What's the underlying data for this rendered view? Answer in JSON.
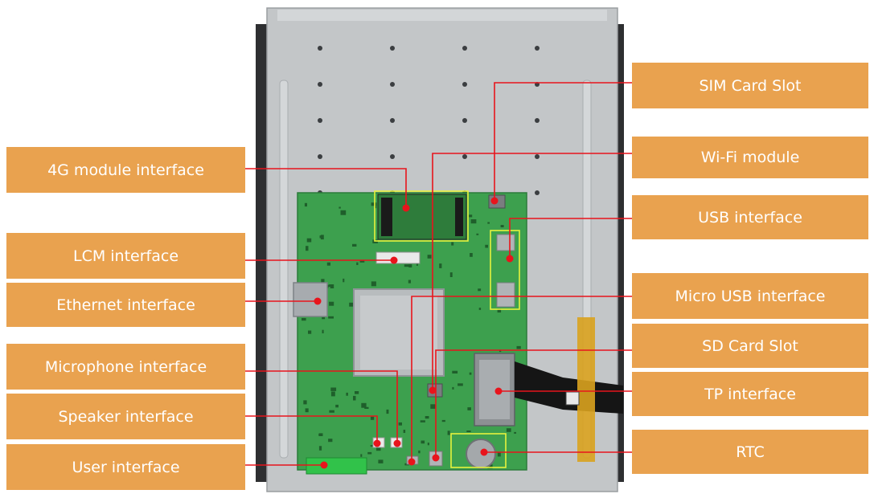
{
  "labels": {
    "left": [
      "4G module interface",
      "LCM interface",
      "Ethernet interface",
      "Microphone interface",
      "Speaker interface",
      "User interface"
    ],
    "right": [
      "SIM Card Slot",
      "Wi-Fi  module",
      "USB interface",
      "Micro USB interface",
      "SD Card Slot",
      "TP interface",
      "RTC"
    ]
  },
  "colors": {
    "label_bg": "#e9a24f",
    "label_text": "#ffffff",
    "leader_line": "#e8141c",
    "highlight_box": "#e6f23c",
    "pcb": "#3da04e",
    "panel": "#c3c6c8"
  }
}
